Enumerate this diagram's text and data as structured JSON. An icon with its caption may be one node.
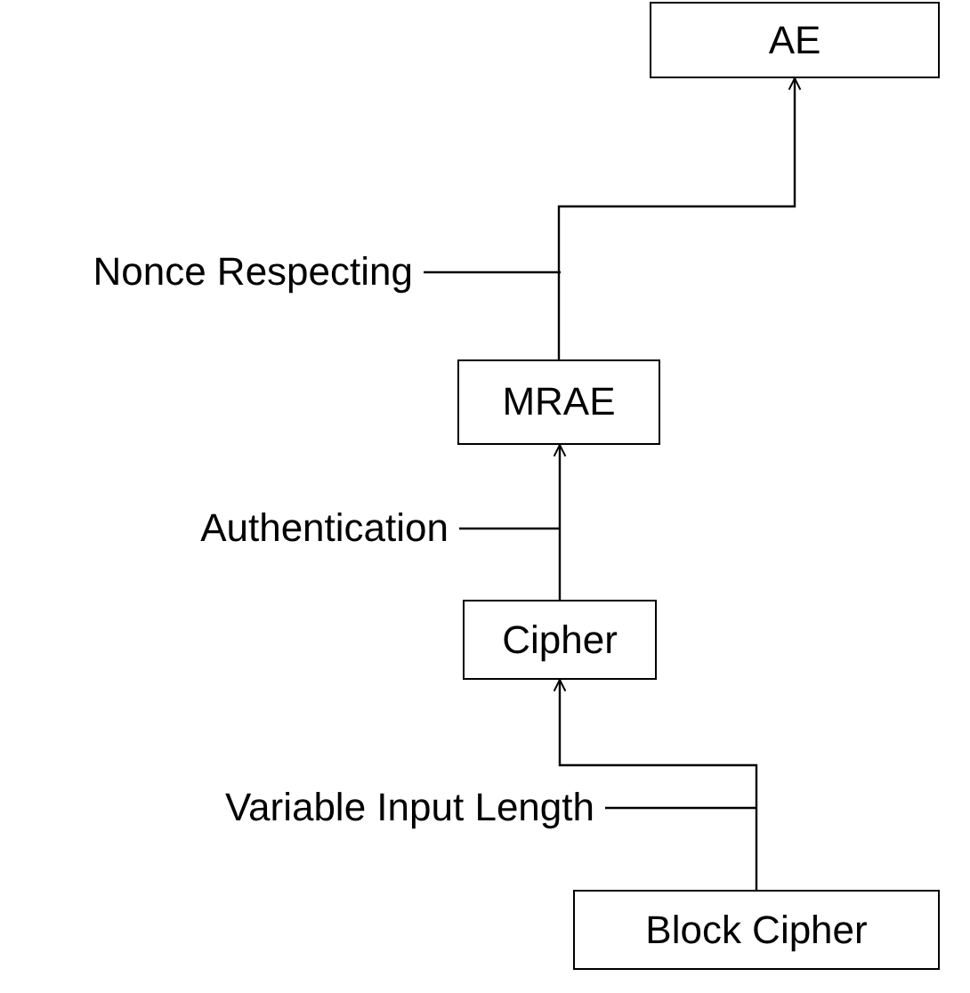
{
  "diagram": {
    "nodes": [
      {
        "text": [
          "AE"
        ]
      },
      {
        "text": [
          "Nonce Respecting"
        ]
      },
      {
        "text": [
          "MRAE"
        ]
      },
      {
        "text": [
          "Authentication"
        ]
      },
      {
        "text": [
          "Cipher"
        ]
      },
      {
        "text": [
          "Variable Input Length"
        ]
      },
      {
        "text": [
          "Block Cipher"
        ]
      }
    ],
    "edges": [
      {
        "from": 2,
        "to": 0,
        "arrow": "to"
      },
      {
        "from": 1,
        "to": null,
        "arrow": "none"
      },
      {
        "from": 4,
        "to": 2,
        "arrow": "to"
      },
      {
        "from": 3,
        "to": null,
        "arrow": "none"
      },
      {
        "from": 6,
        "to": 4,
        "arrow": "to"
      },
      {
        "from": 5,
        "to": null,
        "arrow": "none"
      }
    ]
  }
}
